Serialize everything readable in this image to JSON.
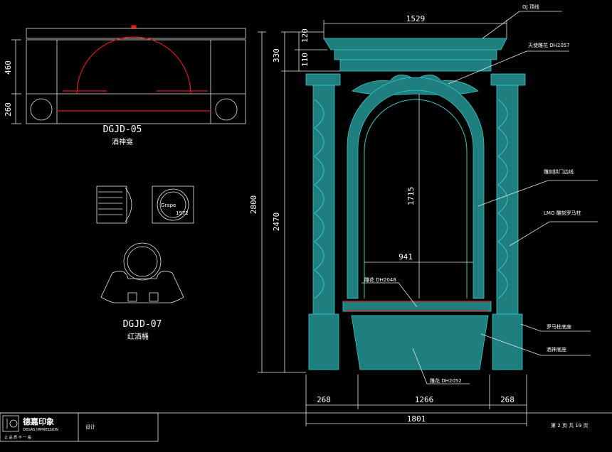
{
  "drawing": {
    "plan_view": {
      "code": "DGJD-05",
      "name": "酒神龛",
      "dim_top": "460",
      "dim_bottom": "260"
    },
    "detail_view": {
      "code": "DGJD-07",
      "name": "红酒桶",
      "medallion_text": "Grape",
      "medallion_year": "1972"
    },
    "elevation": {
      "dim_top_width": "1529",
      "dim_cornice_1": "120",
      "dim_cornice_2": "110",
      "dim_cornice_total": "330",
      "dim_total_height": "2800",
      "dim_column_height": "2470",
      "dim_arch_height": "1715",
      "dim_arch_width": "941",
      "dim_bottom_left": "268",
      "dim_bottom_center": "1266",
      "dim_bottom_right": "268",
      "dim_total_width": "1801"
    },
    "callouts": [
      "GJ 顶线",
      "天使雕花 DH2057",
      "雕刻拱门边线",
      "LMO 雕刻罗马柱",
      "罗马柱底座",
      "酒神底座",
      "雕花 DH2048",
      "雕花 DH2052"
    ]
  },
  "title_block": {
    "company_cn": "德嘉印象",
    "company_en": "DEGAS IMPRESSION",
    "slogan": "让 品 质 不 一 般",
    "field_design": "设计",
    "sheet_info": "第 2 页 共 19 页"
  },
  "colors": {
    "linework": "#37c8c8",
    "highlight": "#e01818",
    "text": "#ffffff",
    "background": "#000000"
  }
}
